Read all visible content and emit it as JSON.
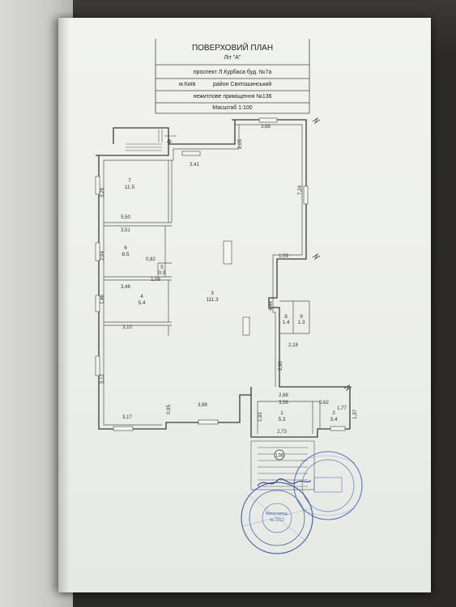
{
  "header": {
    "title": "ПОВЕРХОВИЙ ПЛАН",
    "subtitle": "Літ \"А\"",
    "address": "проспект Л.Курбаса буд. №7а",
    "city": "м.Київ",
    "district": "район Святошинський",
    "premises": "нежитлове приміщення №136",
    "scale": "Масштаб 1:100"
  },
  "rooms": [
    {
      "number": "1",
      "area": "5.3"
    },
    {
      "number": "2",
      "area": "3.4"
    },
    {
      "number": "3",
      "area": "111.3"
    },
    {
      "number": "4",
      "area": "5.4"
    },
    {
      "number": "5",
      "area": "0.9"
    },
    {
      "number": "6",
      "area": "8.5"
    },
    {
      "number": "7",
      "area": "11.5"
    },
    {
      "number": "8",
      "area": "1.4"
    },
    {
      "number": "9",
      "area": "1.3"
    }
  ],
  "dimensions": {
    "top_right_width": "3,68",
    "left_top_width": "3,41",
    "right_height": "7,24",
    "r7_height": "3,28",
    "r7_width": "5,50",
    "r6_width": "3,51",
    "r6_height": "2,94",
    "r5_w1": "0,82",
    "r5_w2": "1,06",
    "r4_width": "3,48",
    "r4_height": "1,46",
    "r4_bottom": "3,10",
    "corridor_width": "1,59",
    "corridor_height": "4,44",
    "wc_width": "2,18",
    "entry_height": "2,90",
    "left_height": "5,12",
    "bottom_left": "3,17",
    "bottom_mid": "3,98",
    "bottom_small": "0,95",
    "r1_top": "2,68",
    "r1_inner": "3,56",
    "r1_height": "1,92",
    "r1_bottom": "2,73",
    "r2_top": "0,62",
    "r2_width": "1,77",
    "r2_height": "1,37"
  },
  "premise_marker": "136",
  "stamp": {
    "seal_text": "Виконавець Інвентаризаційне бюро",
    "seal_number": "№ 2212"
  }
}
